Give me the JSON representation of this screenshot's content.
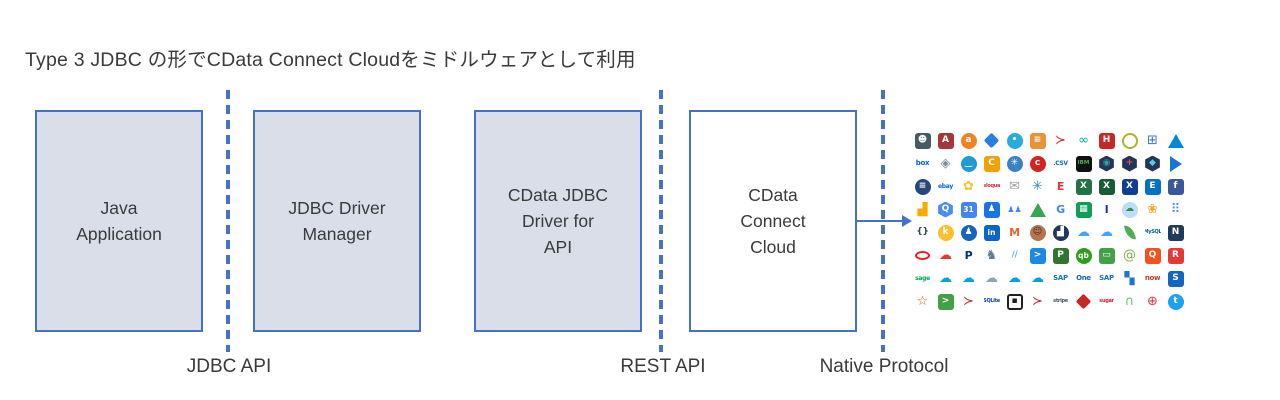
{
  "title": "Type 3 JDBC の形でCData Connect Cloudをミドルウェアとして利用",
  "colors": {
    "accent": "#4472C4",
    "box_fill": "#D9DEE9",
    "box_fill_white": "#FFFFFF",
    "text": "#3A3A3A"
  },
  "boxes": [
    {
      "id": "java-application",
      "label": "Java\nApplication",
      "fill": "#D9DEE9"
    },
    {
      "id": "jdbc-driver-manager",
      "label": "JDBC Driver\nManager",
      "fill": "#D9DEE9"
    },
    {
      "id": "cdata-jdbc-driver-for-api",
      "label": "CData JDBC\nDriver for\nAPI",
      "fill": "#D9DEE9"
    },
    {
      "id": "cdata-connect-cloud",
      "label": "CData\nConnect\nCloud",
      "fill": "#FFFFFF"
    }
  ],
  "api_labels": [
    {
      "text": "JDBC API"
    },
    {
      "text": "REST API"
    },
    {
      "text": "Native Protocol"
    }
  ],
  "connector_grid": {
    "rows": 8,
    "cols": 12,
    "icons": [
      {
        "n": "robot",
        "s": "sq",
        "bg": "#455A64",
        "fg": "#ffffff",
        "g": "☻"
      },
      {
        "n": "ms-access",
        "s": "sq",
        "bg": "#A4373A",
        "fg": "#ffffff",
        "g": "A"
      },
      {
        "n": "orange-badge",
        "s": "ci",
        "bg": "#F58220",
        "fg": "#ffffff",
        "g": "a"
      },
      {
        "n": "blue-diamond",
        "s": "di",
        "bg": "#2A7DE1",
        "fg": "#ffffff",
        "g": ""
      },
      {
        "n": "teal-pin",
        "s": "ci",
        "bg": "#29ABE2",
        "fg": "#ffffff",
        "g": "•"
      },
      {
        "n": "amazon-stack",
        "s": "sq",
        "bg": "#E8933A",
        "fg": "#ffffff",
        "g": "≡"
      },
      {
        "n": "analysis-services",
        "s": "gl",
        "bg": "none",
        "fg": "#C62828",
        "g": "≻"
      },
      {
        "n": "teal-rings",
        "s": "gl",
        "bg": "none",
        "fg": "#00A9A5",
        "g": "∞"
      },
      {
        "n": "red-h-box",
        "s": "sq",
        "bg": "#C62828",
        "fg": "#ffffff",
        "g": "H"
      },
      {
        "n": "olive-ring",
        "s": "ci",
        "bg": "none",
        "fg": "#AFB42B",
        "g": ""
      },
      {
        "n": "blue-grid",
        "s": "gl",
        "bg": "none",
        "fg": "#4472C4",
        "g": "⊞"
      },
      {
        "n": "azure",
        "s": "tr",
        "bg": "none",
        "fg": "#0089D6",
        "g": ""
      },
      {
        "n": "box",
        "s": "tx",
        "bg": "none",
        "fg": "#0061D5",
        "g": "box"
      },
      {
        "n": "winged-emblem",
        "s": "gl",
        "bg": "none",
        "fg": "#78909C",
        "g": "◈"
      },
      {
        "n": "smile-circle",
        "s": "ci",
        "bg": "#1E9BD7",
        "fg": "#ffffff",
        "g": "‿"
      },
      {
        "n": "orange-c-square",
        "s": "sq",
        "bg": "#F2A104",
        "fg": "#ffffff",
        "g": "C"
      },
      {
        "n": "globe-orbit",
        "s": "ci",
        "bg": "#3B82C4",
        "fg": "#ffffff",
        "g": "✳"
      },
      {
        "n": "couchbase",
        "s": "ci",
        "bg": "#D6231F",
        "fg": "#ffffff",
        "g": "c"
      },
      {
        "n": "csv",
        "s": "tx",
        "bg": "none",
        "fg": "#1565C0",
        "g": ".CSV"
      },
      {
        "n": "ibm-db2",
        "s": "sq",
        "bg": "#111111",
        "fg": "#4CAF50",
        "g": "IBM"
      },
      {
        "n": "hex-badge-1",
        "s": "hx",
        "bg": "#233659",
        "fg": "#26A69A",
        "g": "◉"
      },
      {
        "n": "hex-badge-2",
        "s": "hx",
        "bg": "#233659",
        "fg": "#EF5350",
        "g": "+"
      },
      {
        "n": "hex-badge-3",
        "s": "hx",
        "bg": "#233659",
        "fg": "#4DD0E1",
        "g": "◆"
      },
      {
        "n": "play-badge",
        "s": "pl",
        "bg": "none",
        "fg": "#1976D2",
        "g": ""
      },
      {
        "n": "db-circle",
        "s": "ci",
        "bg": "#25477B",
        "fg": "#ffffff",
        "g": "≡"
      },
      {
        "n": "ebay",
        "s": "tx",
        "bg": "none",
        "fg": "#0064D2",
        "g": "ebay"
      },
      {
        "n": "flower-cluster",
        "s": "gl",
        "bg": "none",
        "fg": "#FBC02D",
        "g": "✿"
      },
      {
        "n": "eloqua",
        "s": "tx",
        "bg": "none",
        "fg": "#D32F2F",
        "g": "eloqua"
      },
      {
        "n": "email",
        "s": "gl",
        "bg": "none",
        "fg": "#9E9E9E",
        "g": "✉"
      },
      {
        "n": "blue-asterisk",
        "s": "gl",
        "bg": "none",
        "fg": "#1E88E5",
        "g": "✳"
      },
      {
        "n": "red-e",
        "s": "tx",
        "bg": "none",
        "fg": "#E53935",
        "g": "E"
      },
      {
        "n": "excel",
        "s": "sq",
        "bg": "#217346",
        "fg": "#ffffff",
        "g": "X"
      },
      {
        "n": "excel-online",
        "s": "sq",
        "bg": "#185C37",
        "fg": "#ffffff",
        "g": "X"
      },
      {
        "n": "excel-services",
        "s": "sq",
        "bg": "#103F91",
        "fg": "#ffffff",
        "g": "X"
      },
      {
        "n": "exchange",
        "s": "sq",
        "bg": "#0072C6",
        "fg": "#ffffff",
        "g": "E"
      },
      {
        "n": "facebook",
        "s": "sq",
        "bg": "#3B5998",
        "fg": "#ffffff",
        "g": "f"
      },
      {
        "n": "google-analytics",
        "s": "gl",
        "bg": "none",
        "fg": "#F9AB00",
        "g": "▟"
      },
      {
        "n": "google-bigquery",
        "s": "hx",
        "bg": "#4C8BF5",
        "fg": "#ffffff",
        "g": "Q"
      },
      {
        "n": "google-calendar",
        "s": "sq",
        "bg": "#4285F4",
        "fg": "#ffffff",
        "g": "31"
      },
      {
        "n": "google-contacts",
        "s": "sq",
        "bg": "#1A73E8",
        "fg": "#ffffff",
        "g": "♟"
      },
      {
        "n": "google-directory",
        "s": "gl",
        "bg": "none",
        "fg": "#4285F4",
        "g": "♟♟"
      },
      {
        "n": "google-drive",
        "s": "tr",
        "bg": "none",
        "fg": "#34A853",
        "g": ""
      },
      {
        "n": "google-search",
        "s": "tx",
        "bg": "none",
        "fg": "#4285F4",
        "g": "G"
      },
      {
        "n": "google-sheets",
        "s": "sq",
        "bg": "#0F9D58",
        "fg": "#ffffff",
        "g": "▦"
      },
      {
        "n": "navy-i",
        "s": "tx",
        "bg": "none",
        "fg": "#283593",
        "g": "I"
      },
      {
        "n": "globe-clouds",
        "s": "ci",
        "bg": "#BBDEFB",
        "fg": "#388E3C",
        "g": "☁"
      },
      {
        "n": "hive-bee",
        "s": "gl",
        "bg": "none",
        "fg": "#F9A825",
        "g": "❀"
      },
      {
        "n": "blue-dots",
        "s": "gl",
        "bg": "none",
        "fg": "#4285F4",
        "g": "⠿"
      },
      {
        "n": "json",
        "s": "tx",
        "bg": "none",
        "fg": "#37474F",
        "g": "{}"
      },
      {
        "n": "kintone",
        "s": "ci",
        "bg": "#FBC02D",
        "fg": "#ffffff",
        "g": "k"
      },
      {
        "n": "identity-circle",
        "s": "ci",
        "bg": "#1565C0",
        "fg": "#ffffff",
        "g": "♟"
      },
      {
        "n": "linkedin",
        "s": "sq",
        "bg": "#0A66C2",
        "fg": "#ffffff",
        "g": "in"
      },
      {
        "n": "magento",
        "s": "tx",
        "bg": "none",
        "fg": "#F26322",
        "g": "M"
      },
      {
        "n": "mailchimp",
        "s": "ci",
        "bg": "#B5764F",
        "fg": "#3E2723",
        "g": "☺"
      },
      {
        "n": "marketo",
        "s": "ci",
        "bg": "#25365C",
        "fg": "#ffffff",
        "g": "▟"
      },
      {
        "n": "dynamics-cloud",
        "s": "gl",
        "bg": "none",
        "fg": "#42A5F5",
        "g": "☁"
      },
      {
        "n": "dynamics-cloud-2",
        "s": "gl",
        "bg": "none",
        "fg": "#42A5F5",
        "g": "☁"
      },
      {
        "n": "mongodb",
        "s": "lf",
        "bg": "#4CAF50",
        "fg": "#ffffff",
        "g": ""
      },
      {
        "n": "mysql",
        "s": "tx",
        "bg": "none",
        "fg": "#00618A",
        "g": "MySQL"
      },
      {
        "n": "netsuite",
        "s": "sq",
        "bg": "#1F3A5F",
        "fg": "#ffffff",
        "g": "N"
      },
      {
        "n": "oracle",
        "s": "pi",
        "bg": "none",
        "fg": "#EA1B22",
        "g": ""
      },
      {
        "n": "odata-cloud",
        "s": "gl",
        "bg": "none",
        "fg": "#E53935",
        "g": "☁"
      },
      {
        "n": "paypal",
        "s": "tx",
        "bg": "none",
        "fg": "#003087",
        "g": "P"
      },
      {
        "n": "postgresql",
        "s": "gl",
        "bg": "none",
        "fg": "#5C7A99",
        "g": "♞"
      },
      {
        "n": "slashes",
        "s": "tx",
        "bg": "none",
        "fg": "#64B5F6",
        "g": "//"
      },
      {
        "n": "powershell",
        "s": "sq",
        "bg": "#1E88E5",
        "fg": "#ffffff",
        "g": ">"
      },
      {
        "n": "ms-project",
        "s": "sq",
        "bg": "#31752F",
        "fg": "#ffffff",
        "g": "P"
      },
      {
        "n": "quickbooks",
        "s": "ci",
        "bg": "#2CA01C",
        "fg": "#ffffff",
        "g": "qb"
      },
      {
        "n": "pos-monitor",
        "s": "sq",
        "bg": "#43A047",
        "fg": "#ffffff",
        "g": "▭"
      },
      {
        "n": "green-swirl",
        "s": "gl",
        "bg": "none",
        "fg": "#7CB342",
        "g": "@"
      },
      {
        "n": "orange-q",
        "s": "sq",
        "bg": "#F4511E",
        "fg": "#ffffff",
        "g": "Q"
      },
      {
        "n": "red-r",
        "s": "sq",
        "bg": "#E53935",
        "fg": "#ffffff",
        "g": "R"
      },
      {
        "n": "sage",
        "s": "tx",
        "bg": "none",
        "fg": "#00A651",
        "g": "sage"
      },
      {
        "n": "salesforce",
        "s": "gl",
        "bg": "none",
        "fg": "#00A1E0",
        "g": "☁"
      },
      {
        "n": "salesforce-2",
        "s": "gl",
        "bg": "none",
        "fg": "#00A1E0",
        "g": "☁"
      },
      {
        "n": "gray-cloud",
        "s": "gl",
        "bg": "none",
        "fg": "#90A4AE",
        "g": "☁"
      },
      {
        "n": "salesforce-mc",
        "s": "gl",
        "bg": "none",
        "fg": "#00A1E0",
        "g": "☁"
      },
      {
        "n": "salesforce-sc",
        "s": "gl",
        "bg": "none",
        "fg": "#00A1E0",
        "g": "☁"
      },
      {
        "n": "sap",
        "s": "tx",
        "bg": "none",
        "fg": "#1870C5",
        "g": "SAP"
      },
      {
        "n": "sap-business-one",
        "s": "tx",
        "bg": "none",
        "fg": "#1565C0",
        "g": "One"
      },
      {
        "n": "sap-c4c",
        "s": "tx",
        "bg": "none",
        "fg": "#1870C5",
        "g": "SAP"
      },
      {
        "n": "sharepoint-tiles",
        "s": "gl",
        "bg": "none",
        "fg": "#1976D2",
        "g": "▚"
      },
      {
        "n": "servicenow",
        "s": "tx",
        "bg": "none",
        "fg": "#C0392B",
        "g": "now"
      },
      {
        "n": "sharepoint",
        "s": "sq",
        "bg": "#1565C0",
        "fg": "#ffffff",
        "g": "S"
      },
      {
        "n": "star-outline",
        "s": "gl",
        "bg": "none",
        "fg": "#F4511E",
        "g": "☆"
      },
      {
        "n": "spark",
        "s": "sq",
        "bg": "#43A047",
        "fg": "#ffffff",
        "g": ">"
      },
      {
        "n": "sqlserver",
        "s": "gl",
        "bg": "none",
        "fg": "#C62828",
        "g": "≻"
      },
      {
        "n": "sqlite",
        "s": "tx",
        "bg": "none",
        "fg": "#0D47A1",
        "g": "SQLite"
      },
      {
        "n": "square",
        "s": "sq",
        "bg": "none",
        "fg": "#212121",
        "g": "▪"
      },
      {
        "n": "ssas",
        "s": "gl",
        "bg": "none",
        "fg": "#C62828",
        "g": "≻"
      },
      {
        "n": "stripe",
        "s": "tx",
        "bg": "none",
        "fg": "#425466",
        "g": "stripe"
      },
      {
        "n": "sybase",
        "s": "di",
        "bg": "#C62828",
        "fg": "#ffffff",
        "g": ""
      },
      {
        "n": "sugarcrm",
        "s": "tx",
        "bg": "none",
        "fg": "#DD1F26",
        "g": "sugar"
      },
      {
        "n": "green-arch",
        "s": "gl",
        "bg": "none",
        "fg": "#66BB6A",
        "g": "∩"
      },
      {
        "n": "twilio",
        "s": "gl",
        "bg": "none",
        "fg": "#F22F46",
        "g": "⊕"
      },
      {
        "n": "twitter",
        "s": "ci",
        "bg": "#1DA1F2",
        "fg": "#ffffff",
        "g": "t"
      }
    ]
  }
}
